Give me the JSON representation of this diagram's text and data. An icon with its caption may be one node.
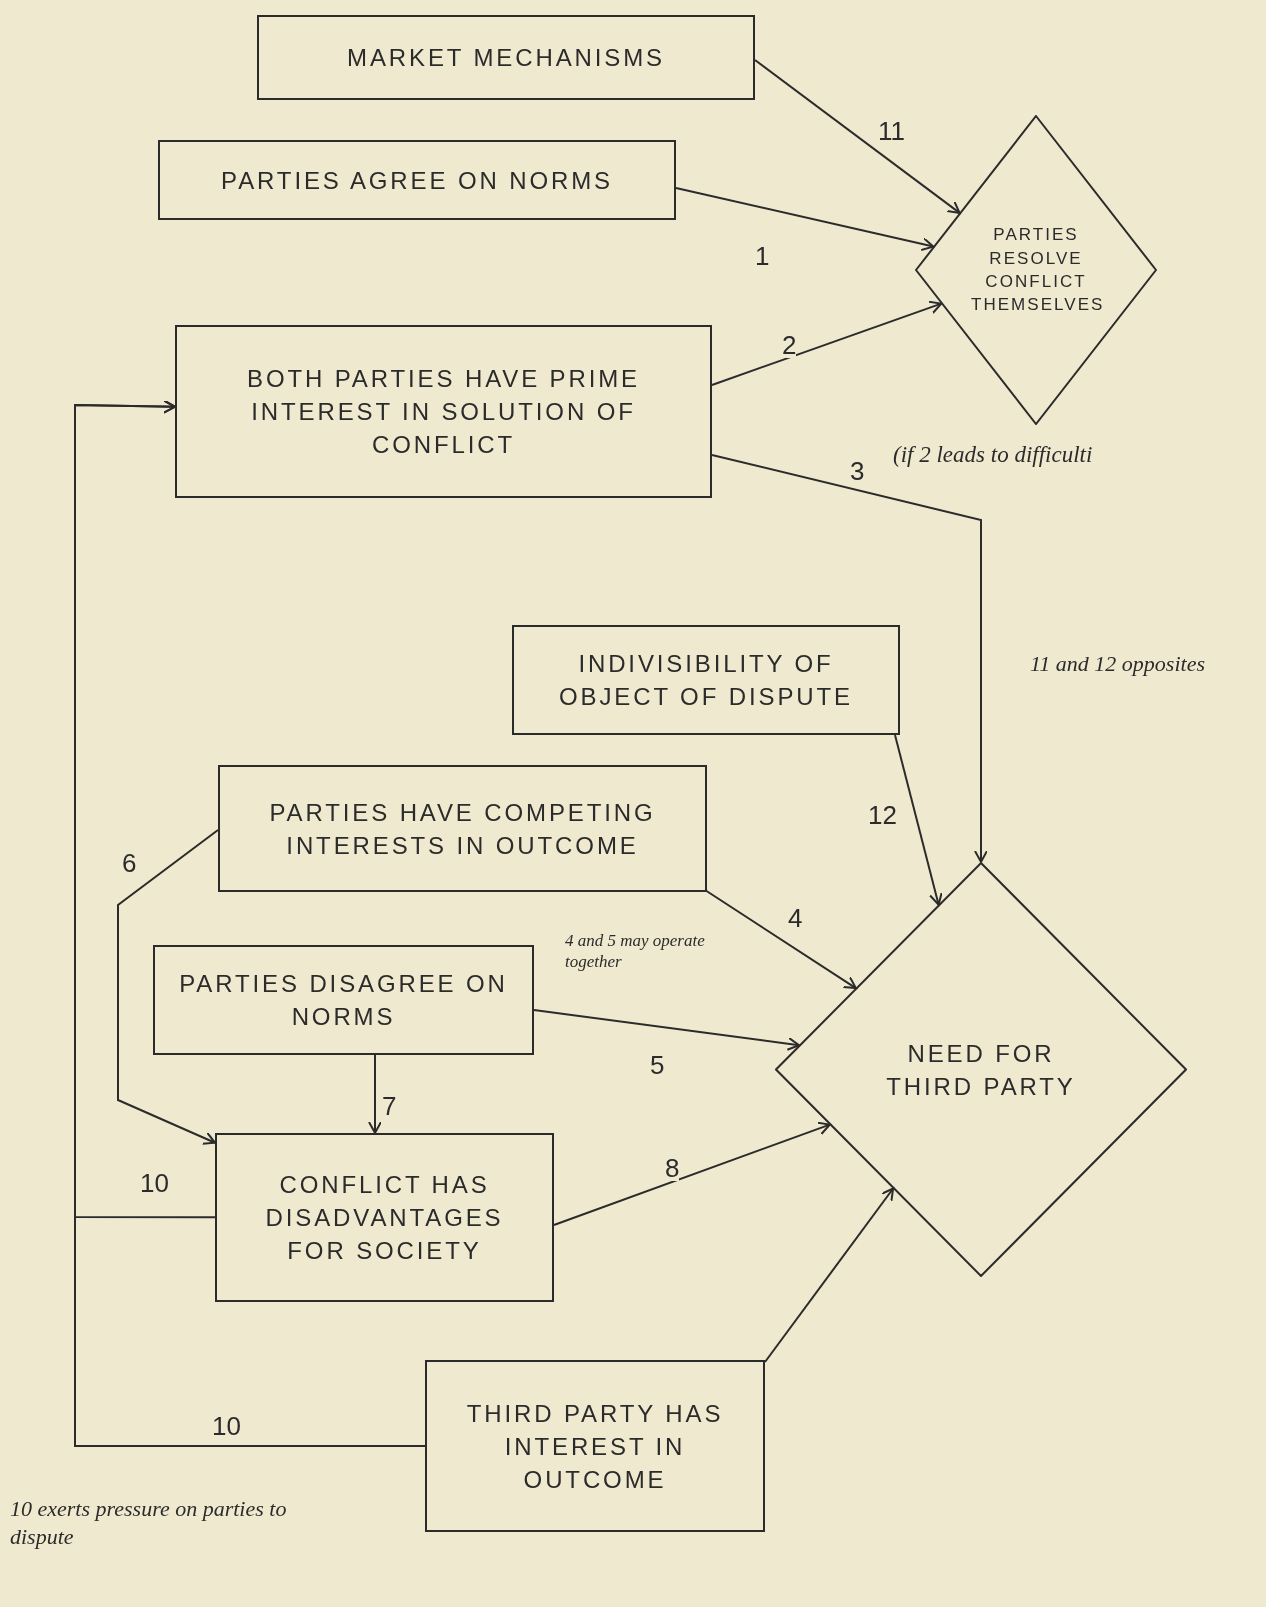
{
  "diagram": {
    "nodes": [
      {
        "text": [
          "MARKET MECHANISMS"
        ]
      },
      {
        "text": [
          "PARTIES AGREE ON NORMS"
        ]
      },
      {
        "text": [
          "PARTIES RESOLVE CONFLICT THEMSELVES"
        ]
      },
      {
        "text": [
          "BOTH PARTIES HAVE PRIME INTEREST IN SOLUTION OF CONFLICT"
        ]
      },
      {
        "text": [
          "INDIVISIBILITY OF OBJECT OF DISPUTE"
        ]
      },
      {
        "text": [
          "PARTIES HAVE COMPETING INTERESTS IN OUTCOME"
        ]
      },
      {
        "text": [
          "PARTIES DISAGREE ON NORMS"
        ]
      },
      {
        "text": [
          "NEED FOR THIRD PARTY"
        ]
      },
      {
        "text": [
          "CONFLICT HAS DISADVANTAGES FOR SOCIETY"
        ]
      },
      {
        "text": [
          "THIRD PARTY HAS INTEREST IN OUTCOME"
        ]
      }
    ],
    "edges": [
      {
        "from": 0,
        "to": 2,
        "arrow": "to",
        "label": "11"
      },
      {
        "from": 1,
        "to": 2,
        "arrow": "to",
        "label": "1"
      },
      {
        "from": 3,
        "to": 2,
        "arrow": "to",
        "label": "2"
      },
      {
        "from": 3,
        "to": 7,
        "arrow": "to",
        "label": "3"
      },
      {
        "from": 4,
        "to": 7,
        "arrow": "to",
        "label": "12"
      },
      {
        "from": 5,
        "to": 7,
        "arrow": "to",
        "label": "4"
      },
      {
        "from": 6,
        "to": 7,
        "arrow": "to",
        "label": "5"
      },
      {
        "from": 5,
        "to": 8,
        "arrow": "to",
        "label": "6"
      },
      {
        "from": 6,
        "to": 8,
        "arrow": "to",
        "label": "7"
      },
      {
        "from": 8,
        "to": 7,
        "arrow": "to",
        "label": "8"
      },
      {
        "from": 9,
        "to": 7,
        "arrow": "to"
      },
      {
        "from": 8,
        "to": 3,
        "arrow": "to",
        "label": "10"
      },
      {
        "from": 9,
        "to": 3,
        "arrow": "to",
        "label": "10"
      }
    ],
    "labels": [
      "(if 2 leads to difficulti",
      "11 and 12 opposites",
      "4 and 5 may operate together",
      "10 exerts pressure on parties to dispute"
    ]
  }
}
